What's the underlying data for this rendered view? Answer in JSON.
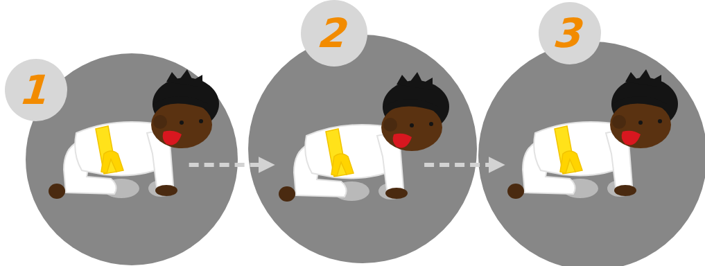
{
  "diagram": {
    "nodes": [
      {
        "text": [
          "1"
        ]
      },
      {
        "text": [
          "2"
        ]
      },
      {
        "text": [
          "3"
        ]
      }
    ],
    "edges": [
      {
        "from": 0,
        "to": 1,
        "arrow": "to"
      },
      {
        "from": 1,
        "to": 2,
        "arrow": "to"
      }
    ]
  }
}
